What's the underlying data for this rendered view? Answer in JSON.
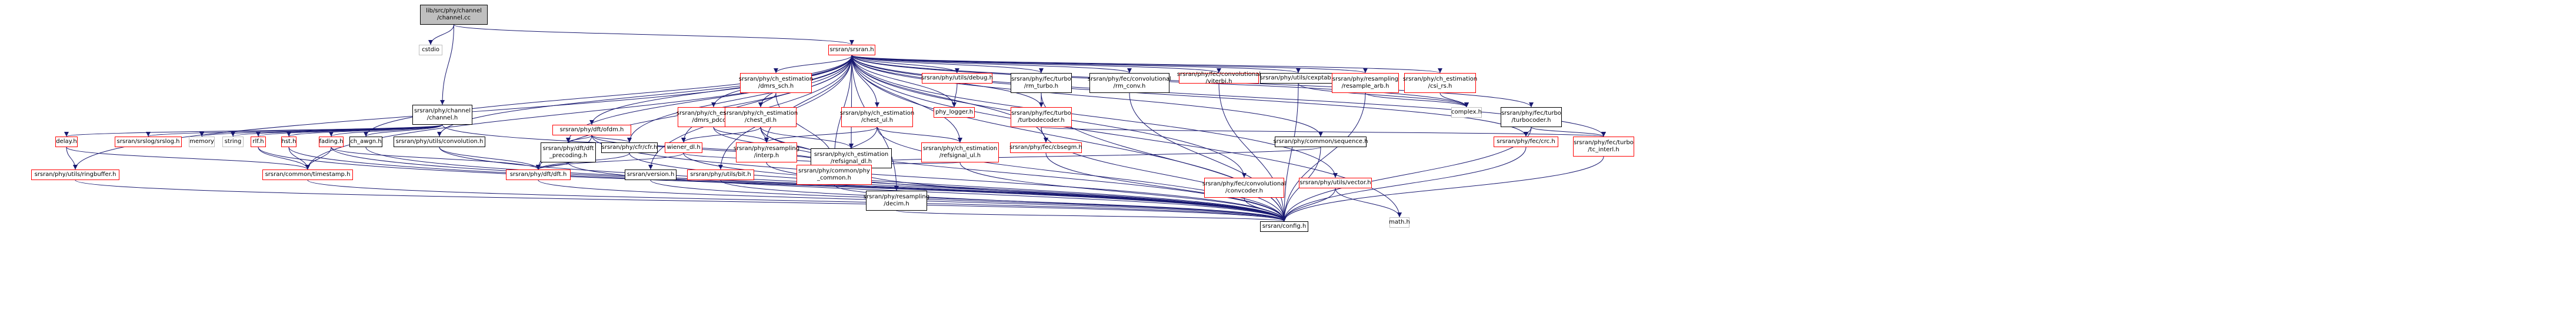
{
  "colors": {
    "edge": "#191970",
    "red_border": "#ff0000",
    "black_border": "#000000",
    "grey_border": "#bfbfbf",
    "root_fill": "#bfbfbf"
  },
  "nodes": [
    {
      "id": "root",
      "lines": [
        "lib/src/phy/channel",
        "/channel.cc"
      ],
      "style": "root"
    },
    {
      "id": "cstdio",
      "lines": [
        "cstdio"
      ],
      "style": "grey"
    },
    {
      "id": "srsran",
      "lines": [
        "srsran/srsran.h"
      ],
      "style": "red"
    },
    {
      "id": "channel",
      "lines": [
        "srsran/phy/channel",
        "/channel.h"
      ],
      "style": "black"
    },
    {
      "id": "ringbuffer",
      "lines": [
        "srsran/phy/utils/ringbuffer.h"
      ],
      "style": "red"
    },
    {
      "id": "delay",
      "lines": [
        "delay.h"
      ],
      "style": "red"
    },
    {
      "id": "srslog",
      "lines": [
        "srsran/srslog/srslog.h"
      ],
      "style": "red"
    },
    {
      "id": "memory",
      "lines": [
        "memory"
      ],
      "style": "grey"
    },
    {
      "id": "string",
      "lines": [
        "string"
      ],
      "style": "grey"
    },
    {
      "id": "rlf",
      "lines": [
        "rlf.h"
      ],
      "style": "red"
    },
    {
      "id": "hst",
      "lines": [
        "hst.h"
      ],
      "style": "red"
    },
    {
      "id": "fading",
      "lines": [
        "fading.h"
      ],
      "style": "red"
    },
    {
      "id": "chawgn",
      "lines": [
        "ch_awgn.h"
      ],
      "style": "black"
    },
    {
      "id": "timestamp",
      "lines": [
        "srsran/common/timestamp.h"
      ],
      "style": "red"
    },
    {
      "id": "convolution",
      "lines": [
        "srsran/phy/utils/convolution.h"
      ],
      "style": "black"
    },
    {
      "id": "ofdm",
      "lines": [
        "srsran/phy/dft/ofdm.h"
      ],
      "style": "red"
    },
    {
      "id": "dftprecoding",
      "lines": [
        "srsran/phy/dft/dft",
        "_precoding.h"
      ],
      "style": "black"
    },
    {
      "id": "cfr",
      "lines": [
        "srsran/phy/cfr/cfr.h"
      ],
      "style": "black"
    },
    {
      "id": "dft",
      "lines": [
        "srsran/phy/dft/dft.h"
      ],
      "style": "red"
    },
    {
      "id": "dmrssch",
      "lines": [
        "srsran/phy/ch_estimation",
        "/dmrs_sch.h"
      ],
      "style": "red"
    },
    {
      "id": "dmrspdcch",
      "lines": [
        "srsran/phy/ch_estimation",
        "/dmrs_pdcch.h"
      ],
      "style": "red"
    },
    {
      "id": "chestdl",
      "lines": [
        "srsran/phy/ch_estimation",
        "/chest_dl.h"
      ],
      "style": "red"
    },
    {
      "id": "wienerdl",
      "lines": [
        "wiener_dl.h"
      ],
      "style": "red"
    },
    {
      "id": "version",
      "lines": [
        "srsran/version.h"
      ],
      "style": "black"
    },
    {
      "id": "bit",
      "lines": [
        "srsran/phy/utils/bit.h"
      ],
      "style": "red"
    },
    {
      "id": "interp",
      "lines": [
        "srsran/phy/resampling",
        "/interp.h"
      ],
      "style": "red"
    },
    {
      "id": "refsignaldl",
      "lines": [
        "srsran/phy/ch_estimation",
        "/refsignal_dl.h"
      ],
      "style": "black"
    },
    {
      "id": "phycommon",
      "lines": [
        "srsran/phy/common/phy",
        "_common.h"
      ],
      "style": "red"
    },
    {
      "id": "chestul",
      "lines": [
        "srsran/phy/ch_estimation",
        "/chest_ul.h"
      ],
      "style": "red"
    },
    {
      "id": "decim",
      "lines": [
        "srsran/phy/resampling",
        "/decim.h"
      ],
      "style": "black"
    },
    {
      "id": "refsignalul",
      "lines": [
        "srsran/phy/ch_estimation",
        "/refsignal_ul.h"
      ],
      "style": "red"
    },
    {
      "id": "debug",
      "lines": [
        "srsran/phy/utils/debug.h"
      ],
      "style": "red"
    },
    {
      "id": "phylogger",
      "lines": [
        "phy_logger.h"
      ],
      "style": "red"
    },
    {
      "id": "rmturbo",
      "lines": [
        "srsran/phy/fec/turbo",
        "/rm_turbo.h"
      ],
      "style": "black"
    },
    {
      "id": "turbodecoder",
      "lines": [
        "srsran/phy/fec/turbo",
        "/turbodecoder.h"
      ],
      "style": "red"
    },
    {
      "id": "cbsegm",
      "lines": [
        "srsran/phy/fec/cbsegm.h"
      ],
      "style": "red"
    },
    {
      "id": "rmconv",
      "lines": [
        "srsran/phy/fec/convolutional",
        "/rm_conv.h"
      ],
      "style": "black"
    },
    {
      "id": "viterbi",
      "lines": [
        "srsran/phy/fec/convolutional",
        "/viterbi.h"
      ],
      "style": "red"
    },
    {
      "id": "sequence",
      "lines": [
        "srsran/phy/common/sequence.h"
      ],
      "style": "black"
    },
    {
      "id": "convcoder",
      "lines": [
        "srsran/phy/fec/convolutional",
        "/convcoder.h"
      ],
      "style": "red"
    },
    {
      "id": "vectorh",
      "lines": [
        "srsran/phy/utils/vector.h"
      ],
      "style": "red"
    },
    {
      "id": "cexptab",
      "lines": [
        "srsran/phy/utils/cexptab.h"
      ],
      "style": "black"
    },
    {
      "id": "resamplearb",
      "lines": [
        "srsran/phy/resampling",
        "/resample_arb.h"
      ],
      "style": "red"
    },
    {
      "id": "csirs",
      "lines": [
        "srsran/phy/ch_estimation",
        "/csi_rs.h"
      ],
      "style": "red"
    },
    {
      "id": "turbocoder",
      "lines": [
        "srsran/phy/fec/turbo",
        "/turbocoder.h"
      ],
      "style": "black"
    },
    {
      "id": "crc",
      "lines": [
        "srsran/phy/fec/crc.h"
      ],
      "style": "red"
    },
    {
      "id": "tcinter",
      "lines": [
        "srsran/phy/fec/turbo",
        "/tc_interl.h"
      ],
      "style": "red"
    },
    {
      "id": "complex",
      "lines": [
        "complex.h"
      ],
      "style": "grey"
    },
    {
      "id": "config",
      "lines": [
        "srsran/config.h"
      ],
      "style": "black"
    },
    {
      "id": "math",
      "lines": [
        "math.h"
      ],
      "style": "grey"
    }
  ],
  "edges": [
    [
      "root",
      "cstdio"
    ],
    [
      "root",
      "srsran"
    ],
    [
      "root",
      "channel"
    ],
    [
      "srsran",
      "ringbuffer"
    ],
    [
      "srsran",
      "version"
    ],
    [
      "srsran",
      "config"
    ],
    [
      "srsran",
      "bit"
    ],
    [
      "srsran",
      "chawgn"
    ],
    [
      "srsran",
      "timestamp"
    ],
    [
      "srsran",
      "convolution"
    ],
    [
      "srsran",
      "ofdm"
    ],
    [
      "srsran",
      "dmrssch"
    ],
    [
      "srsran",
      "dmrspdcch"
    ],
    [
      "srsran",
      "chestdl"
    ],
    [
      "srsran",
      "chestul"
    ],
    [
      "srsran",
      "wienerdl"
    ],
    [
      "srsran",
      "refsignaldl"
    ],
    [
      "srsran",
      "refsignalul"
    ],
    [
      "srsran",
      "phycommon"
    ],
    [
      "srsran",
      "interp"
    ],
    [
      "srsran",
      "decim"
    ],
    [
      "srsran",
      "debug"
    ],
    [
      "srsran",
      "phylogger"
    ],
    [
      "srsran",
      "rmturbo"
    ],
    [
      "srsran",
      "turbodecoder"
    ],
    [
      "srsran",
      "cbsegm"
    ],
    [
      "srsran",
      "rmconv"
    ],
    [
      "srsran",
      "viterbi"
    ],
    [
      "srsran",
      "sequence"
    ],
    [
      "srsran",
      "convcoder"
    ],
    [
      "srsran",
      "vectorh"
    ],
    [
      "srsran",
      "cexptab"
    ],
    [
      "srsran",
      "resamplearb"
    ],
    [
      "srsran",
      "csirs"
    ],
    [
      "srsran",
      "turbocoder"
    ],
    [
      "srsran",
      "crc"
    ],
    [
      "srsran",
      "tcinter"
    ],
    [
      "srsran",
      "complex"
    ],
    [
      "srsran",
      "math"
    ],
    [
      "srsran",
      "dft"
    ],
    [
      "srsran",
      "cfr"
    ],
    [
      "srsran",
      "dftprecoding"
    ],
    [
      "channel",
      "delay"
    ],
    [
      "channel",
      "srslog"
    ],
    [
      "channel",
      "memory"
    ],
    [
      "channel",
      "string"
    ],
    [
      "channel",
      "rlf"
    ],
    [
      "channel",
      "hst"
    ],
    [
      "channel",
      "fading"
    ],
    [
      "channel",
      "chawgn"
    ],
    [
      "channel",
      "phycommon"
    ],
    [
      "delay",
      "ringbuffer"
    ],
    [
      "delay",
      "timestamp"
    ],
    [
      "rlf",
      "timestamp"
    ],
    [
      "rlf",
      "config"
    ],
    [
      "hst",
      "timestamp"
    ],
    [
      "hst",
      "config"
    ],
    [
      "fading",
      "timestamp"
    ],
    [
      "fading",
      "dft"
    ],
    [
      "fading",
      "config"
    ],
    [
      "chawgn",
      "config"
    ],
    [
      "convolution",
      "dft"
    ],
    [
      "convolution",
      "config"
    ],
    [
      "ofdm",
      "dftprecoding"
    ],
    [
      "ofdm",
      "cfr"
    ],
    [
      "ofdm",
      "phycommon"
    ],
    [
      "ofdm",
      "dft"
    ],
    [
      "ofdm",
      "config"
    ],
    [
      "dftprecoding",
      "dft"
    ],
    [
      "dftprecoding",
      "config"
    ],
    [
      "cfr",
      "dft"
    ],
    [
      "cfr",
      "config"
    ],
    [
      "dft",
      "config"
    ],
    [
      "dmrssch",
      "chestdl"
    ],
    [
      "dmrssch",
      "phycommon"
    ],
    [
      "dmrspdcch",
      "interp"
    ],
    [
      "dmrspdcch",
      "phycommon"
    ],
    [
      "chestdl",
      "wienerdl"
    ],
    [
      "chestdl",
      "interp"
    ],
    [
      "chestdl",
      "refsignaldl"
    ],
    [
      "chestdl",
      "phycommon"
    ],
    [
      "chestdl",
      "config"
    ],
    [
      "wienerdl",
      "phycommon"
    ],
    [
      "wienerdl",
      "dft"
    ],
    [
      "wienerdl",
      "config"
    ],
    [
      "interp",
      "config"
    ],
    [
      "chestul",
      "interp"
    ],
    [
      "chestul",
      "refsignalul"
    ],
    [
      "chestul",
      "phycommon"
    ],
    [
      "chestul",
      "config"
    ],
    [
      "refsignaldl",
      "phycommon"
    ],
    [
      "refsignaldl",
      "config"
    ],
    [
      "refsignalul",
      "phycommon"
    ],
    [
      "refsignalul",
      "config"
    ],
    [
      "phycommon",
      "config"
    ],
    [
      "decim",
      "config"
    ],
    [
      "version",
      "config"
    ],
    [
      "bit",
      "config"
    ],
    [
      "ringbuffer",
      "config"
    ],
    [
      "timestamp",
      "config"
    ],
    [
      "debug",
      "phylogger"
    ],
    [
      "rmturbo",
      "turbodecoder"
    ],
    [
      "rmturbo",
      "config"
    ],
    [
      "turbodecoder",
      "cbsegm"
    ],
    [
      "turbodecoder",
      "tcinter"
    ],
    [
      "turbodecoder",
      "config"
    ],
    [
      "cbsegm",
      "config"
    ],
    [
      "rmconv",
      "config"
    ],
    [
      "viterbi",
      "config"
    ],
    [
      "sequence",
      "phycommon"
    ],
    [
      "sequence",
      "config"
    ],
    [
      "convcoder",
      "config"
    ],
    [
      "vectorh",
      "config"
    ],
    [
      "vectorh",
      "math"
    ],
    [
      "cexptab",
      "complex"
    ],
    [
      "cexptab",
      "config"
    ],
    [
      "resamplearb",
      "complex"
    ],
    [
      "resamplearb",
      "config"
    ],
    [
      "csirs",
      "complex"
    ],
    [
      "turbocoder",
      "crc"
    ],
    [
      "turbocoder",
      "tcinter"
    ],
    [
      "turbocoder",
      "config"
    ],
    [
      "crc",
      "config"
    ],
    [
      "tcinter",
      "config"
    ]
  ]
}
